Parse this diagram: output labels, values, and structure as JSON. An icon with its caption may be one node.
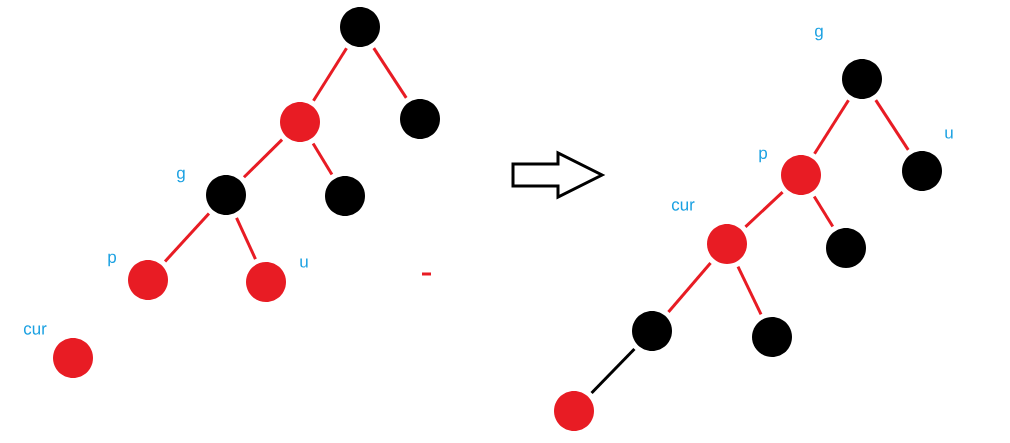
{
  "diagram": {
    "nodes": [
      {
        "text": [],
        "shape": "circle"
      },
      {
        "text": [],
        "shape": "circle"
      },
      {
        "text": [],
        "shape": "circle"
      },
      {
        "text": [],
        "shape": "circle",
        "beside": [
          "g"
        ]
      },
      {
        "text": [],
        "shape": "circle"
      },
      {
        "text": [],
        "shape": "circle",
        "beside": [
          "p"
        ]
      },
      {
        "text": [],
        "shape": "circle",
        "beside": [
          "u"
        ]
      },
      {
        "text": [],
        "shape": "circle",
        "beside": [
          "cur"
        ]
      },
      {
        "text": [],
        "shape": "circle",
        "beside": [
          "g"
        ]
      },
      {
        "text": [],
        "shape": "circle",
        "beside": [
          "p"
        ]
      },
      {
        "text": [],
        "shape": "circle",
        "beside": [
          "u"
        ]
      },
      {
        "text": [],
        "shape": "circle",
        "beside": [
          "cur"
        ]
      },
      {
        "text": [],
        "shape": "circle"
      },
      {
        "text": [],
        "shape": "circle"
      },
      {
        "text": [],
        "shape": "circle"
      },
      {
        "text": [],
        "shape": "circle"
      }
    ],
    "edges": [
      {
        "from": 0,
        "to": 1,
        "arrow": "none"
      },
      {
        "from": 0,
        "to": 2,
        "arrow": "none"
      },
      {
        "from": 1,
        "to": 3,
        "arrow": "none"
      },
      {
        "from": 1,
        "to": 4,
        "arrow": "none"
      },
      {
        "from": 3,
        "to": 5,
        "arrow": "none"
      },
      {
        "from": 3,
        "to": 6,
        "arrow": "none"
      },
      {
        "from": 8,
        "to": 9,
        "arrow": "none"
      },
      {
        "from": 8,
        "to": 10,
        "arrow": "none"
      },
      {
        "from": 9,
        "to": 11,
        "arrow": "none"
      },
      {
        "from": 9,
        "to": 12,
        "arrow": "none"
      },
      {
        "from": 11,
        "to": 13,
        "arrow": "none"
      },
      {
        "from": 11,
        "to": 14,
        "arrow": "none"
      },
      {
        "from": 13,
        "to": 15,
        "arrow": "none",
        "color": "#000000"
      }
    ]
  }
}
